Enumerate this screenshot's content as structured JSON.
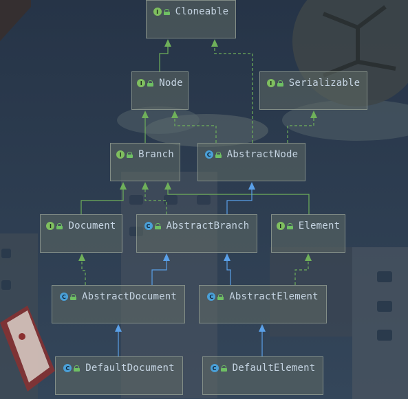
{
  "diagram": {
    "nodes": [
      {
        "id": "cloneable",
        "label": "Cloneable",
        "kind": "interface"
      },
      {
        "id": "node",
        "label": "Node",
        "kind": "interface"
      },
      {
        "id": "serializable",
        "label": "Serializable",
        "kind": "interface"
      },
      {
        "id": "branch",
        "label": "Branch",
        "kind": "interface"
      },
      {
        "id": "abstractnode",
        "label": "AbstractNode",
        "kind": "abstract-class"
      },
      {
        "id": "document",
        "label": "Document",
        "kind": "interface"
      },
      {
        "id": "abstractbranch",
        "label": "AbstractBranch",
        "kind": "abstract-class"
      },
      {
        "id": "element",
        "label": "Element",
        "kind": "interface"
      },
      {
        "id": "abstractdocument",
        "label": "AbstractDocument",
        "kind": "abstract-class"
      },
      {
        "id": "abstractelement",
        "label": "AbstractElement",
        "kind": "abstract-class"
      },
      {
        "id": "defaultdocument",
        "label": "DefaultDocument",
        "kind": "class"
      },
      {
        "id": "defaultelement",
        "label": "DefaultElement",
        "kind": "class"
      }
    ],
    "edges": [
      {
        "from": "node",
        "to": "cloneable",
        "type": "extends"
      },
      {
        "from": "abstractnode",
        "to": "cloneable",
        "type": "implements"
      },
      {
        "from": "abstractnode",
        "to": "node",
        "type": "implements"
      },
      {
        "from": "abstractnode",
        "to": "serializable",
        "type": "implements"
      },
      {
        "from": "branch",
        "to": "node",
        "type": "extends"
      },
      {
        "from": "document",
        "to": "branch",
        "type": "extends"
      },
      {
        "from": "element",
        "to": "branch",
        "type": "extends"
      },
      {
        "from": "abstractbranch",
        "to": "branch",
        "type": "implements"
      },
      {
        "from": "abstractbranch",
        "to": "abstractnode",
        "type": "extends"
      },
      {
        "from": "abstractdocument",
        "to": "document",
        "type": "implements"
      },
      {
        "from": "abstractdocument",
        "to": "abstractbranch",
        "type": "extends"
      },
      {
        "from": "abstractelement",
        "to": "abstractbranch",
        "type": "extends"
      },
      {
        "from": "abstractelement",
        "to": "element",
        "type": "implements"
      },
      {
        "from": "defaultdocument",
        "to": "abstractdocument",
        "type": "extends"
      },
      {
        "from": "defaultelement",
        "to": "abstractelement",
        "type": "extends"
      }
    ]
  },
  "icons": {
    "interface": "interface-icon",
    "abstract-class": "abstract-class-icon",
    "class": "class-icon",
    "visibility": "public-lock-icon"
  },
  "colors": {
    "interface_icon": "#7fbf5f",
    "class_icon": "#4aa0d8",
    "extends_interface_line": "#6fb05a",
    "extends_class_line": "#5aa0e8",
    "implements_line": "#6fb05a",
    "label_text": "#c5d4e2"
  }
}
